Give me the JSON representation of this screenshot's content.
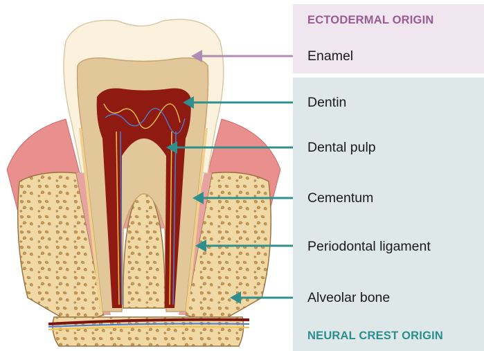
{
  "groups": {
    "ectodermal": {
      "heading": "ECTODERMAL ORIGIN",
      "color": "#9a5b93",
      "panel_color": "#efe6ef"
    },
    "neural_crest": {
      "heading": "NEURAL CREST ORIGIN",
      "color": "#2a8e8e",
      "panel_color": "#dfe8e8"
    }
  },
  "labels": {
    "enamel": "Enamel",
    "dentin": "Dentin",
    "dental_pulp": "Dental pulp",
    "cementum": "Cementum",
    "periodontal_ligament": "Periodontal ligament",
    "alveolar_bone": "Alveolar bone"
  },
  "colors": {
    "enamel": "#fbf1dc",
    "dentin": "#e2c79a",
    "pulp": "#8f1a12",
    "gum": "#e98f8e",
    "bone": "#f1d9a6",
    "ecto_arrow": "#b08cb4",
    "neural_arrow": "#2f8f8c"
  }
}
